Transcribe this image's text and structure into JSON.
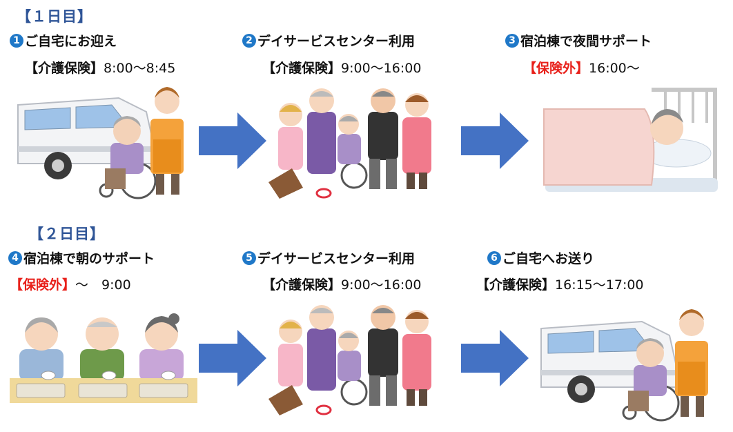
{
  "day1": {
    "label": "【１日目】",
    "steps": [
      {
        "num": "1",
        "title": "ご自宅にお迎え",
        "tag": "【介護保険】",
        "tag_color": "black",
        "time": "8:00〜8:45",
        "illustration": "van-wheelchair-caregiver"
      },
      {
        "num": "2",
        "title": "デイサービスセンター利用",
        "tag": "【介護保険】",
        "tag_color": "black",
        "time": "9:00〜16:00",
        "illustration": "day-service-group"
      },
      {
        "num": "3",
        "title": "宿泊棟で夜間サポート",
        "tag": "【保険外】",
        "tag_color": "red",
        "time": "16:00〜",
        "illustration": "sleeping-in-bed"
      }
    ]
  },
  "day2": {
    "label": "【２日目】",
    "steps": [
      {
        "num": "4",
        "title": "宿泊棟で朝のサポート",
        "tag": "【保険外】",
        "tag_color": "red",
        "time": "〜　9:00",
        "illustration": "breakfast-table"
      },
      {
        "num": "5",
        "title": "デイサービスセンター利用",
        "tag": "【介護保険】",
        "tag_color": "black",
        "time": "9:00〜16:00",
        "illustration": "day-service-group"
      },
      {
        "num": "6",
        "title": "ご自宅へお送り",
        "tag": "【介護保険】",
        "tag_color": "black",
        "time": "16:15〜17:00",
        "illustration": "van-wheelchair-caregiver"
      }
    ]
  },
  "colors": {
    "number_circle": "#1f78c8",
    "arrow": "#4472c4",
    "day_label": "#2f5597",
    "red_tag": "#e8201a"
  }
}
